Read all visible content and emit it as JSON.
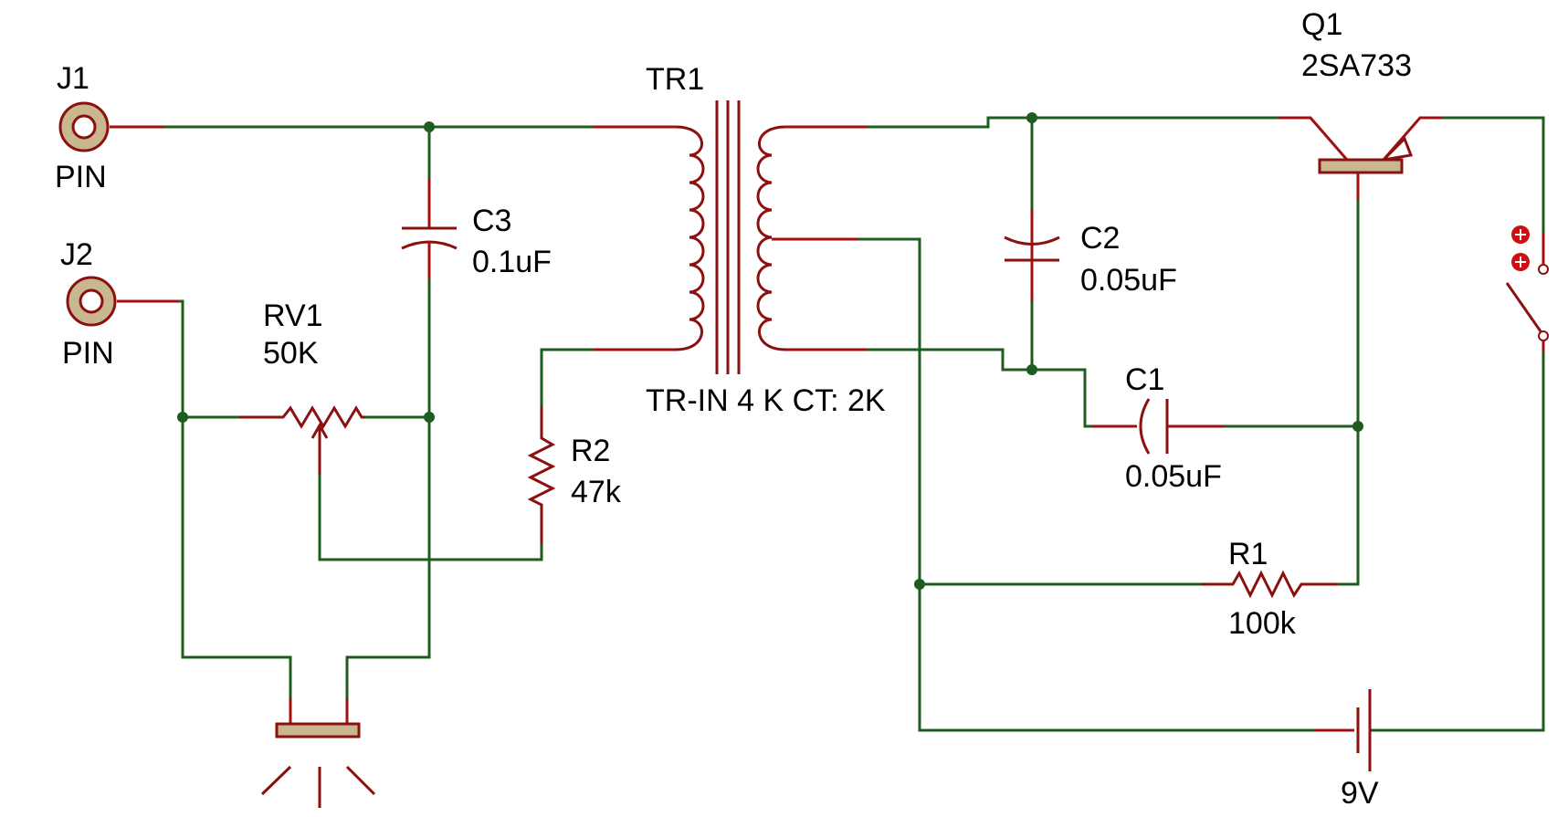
{
  "components": {
    "J1": {
      "ref": "J1",
      "value": "PIN"
    },
    "J2": {
      "ref": "J2",
      "value": "PIN"
    },
    "RV1": {
      "ref": "RV1",
      "value": "50K"
    },
    "C3": {
      "ref": "C3",
      "value": "0.1uF"
    },
    "R2": {
      "ref": "R2",
      "value": "47k"
    },
    "TR1": {
      "ref": "TR1",
      "value": "TR-IN 4 K CT: 2K"
    },
    "C2": {
      "ref": "C2",
      "value": "0.05uF"
    },
    "C1": {
      "ref": "C1",
      "value": "0.05uF"
    },
    "Q1": {
      "ref": "Q1",
      "value": "2SA733"
    },
    "R1": {
      "ref": "R1",
      "value": "100k"
    },
    "BAT": {
      "value": "9V"
    }
  },
  "colors": {
    "wire": "#1f5c1f",
    "component": "#8b1010",
    "body_fill": "#c9b78f"
  }
}
